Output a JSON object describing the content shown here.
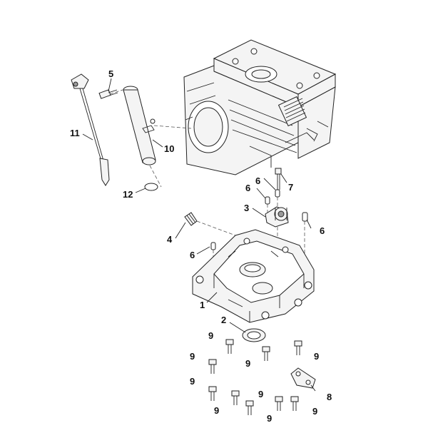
{
  "callouts": {
    "c1": "1",
    "c2": "2",
    "c3": "3",
    "c4": "4",
    "c5": "5",
    "c6a": "6",
    "c6b": "6",
    "c6c": "6",
    "c6d": "6",
    "c7": "7",
    "c8": "8",
    "c9a": "9",
    "c9b": "9",
    "c9c": "9",
    "c9d": "9",
    "c9e": "9",
    "c9f": "9",
    "c9g": "9",
    "c9h": "9",
    "c9i": "9",
    "c10": "10",
    "c11": "11",
    "c12": "12"
  },
  "colors": {
    "line": "#222222",
    "fill_light": "#f4f4f4",
    "fill_dark": "#9a9a9a",
    "background": "#ffffff"
  }
}
